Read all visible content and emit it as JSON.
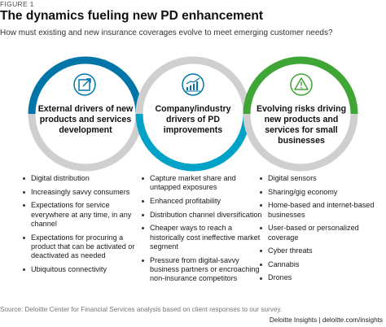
{
  "figure_label": "FIGURE 1",
  "title": "The dynamics fueling new PD enhancement",
  "subtitle": "How must existing and new insurance coverages evolve to meet emerging customer needs?",
  "colors": {
    "blue": "#0076a8",
    "teal": "#00a3c7",
    "green": "#3fa535",
    "gray": "#cfcfcf"
  },
  "columns": [
    {
      "icon": "external-link-icon",
      "title": "External drivers of new products and services development",
      "bullets": [
        "Digital distribution",
        "Increasingly savvy consumers",
        "Expectations for service everywhere at any time, in any channel",
        "Expectations for procuring a product that can be activated or deactivated as needed",
        "Ubiquitous connectivity"
      ]
    },
    {
      "icon": "growth-chart-icon",
      "title": "Company/industry drivers of PD improvements",
      "bullets": [
        "Capture market share and untapped exposures",
        "Enhanced profitability",
        "Distribution channel diversification",
        "Cheaper ways to reach a historically cost ineffective market segment",
        "Pressure from digital-savvy business partners or encroaching non-insurance competitors"
      ]
    },
    {
      "icon": "warning-icon",
      "title": "Evolving risks driving new products and services for small businesses",
      "bullets": [
        "Digital sensors",
        "Sharing/gig economy",
        "Home-based and internet-based businesses",
        "User-based or personalized coverage",
        "Cyber threats",
        "Cannabis",
        "Drones"
      ]
    }
  ],
  "source": "Source: Deloitte Center for Financial Services analysis based on client responses to our survey.",
  "credit": "Deloitte Insights | deloitte.com/insights"
}
